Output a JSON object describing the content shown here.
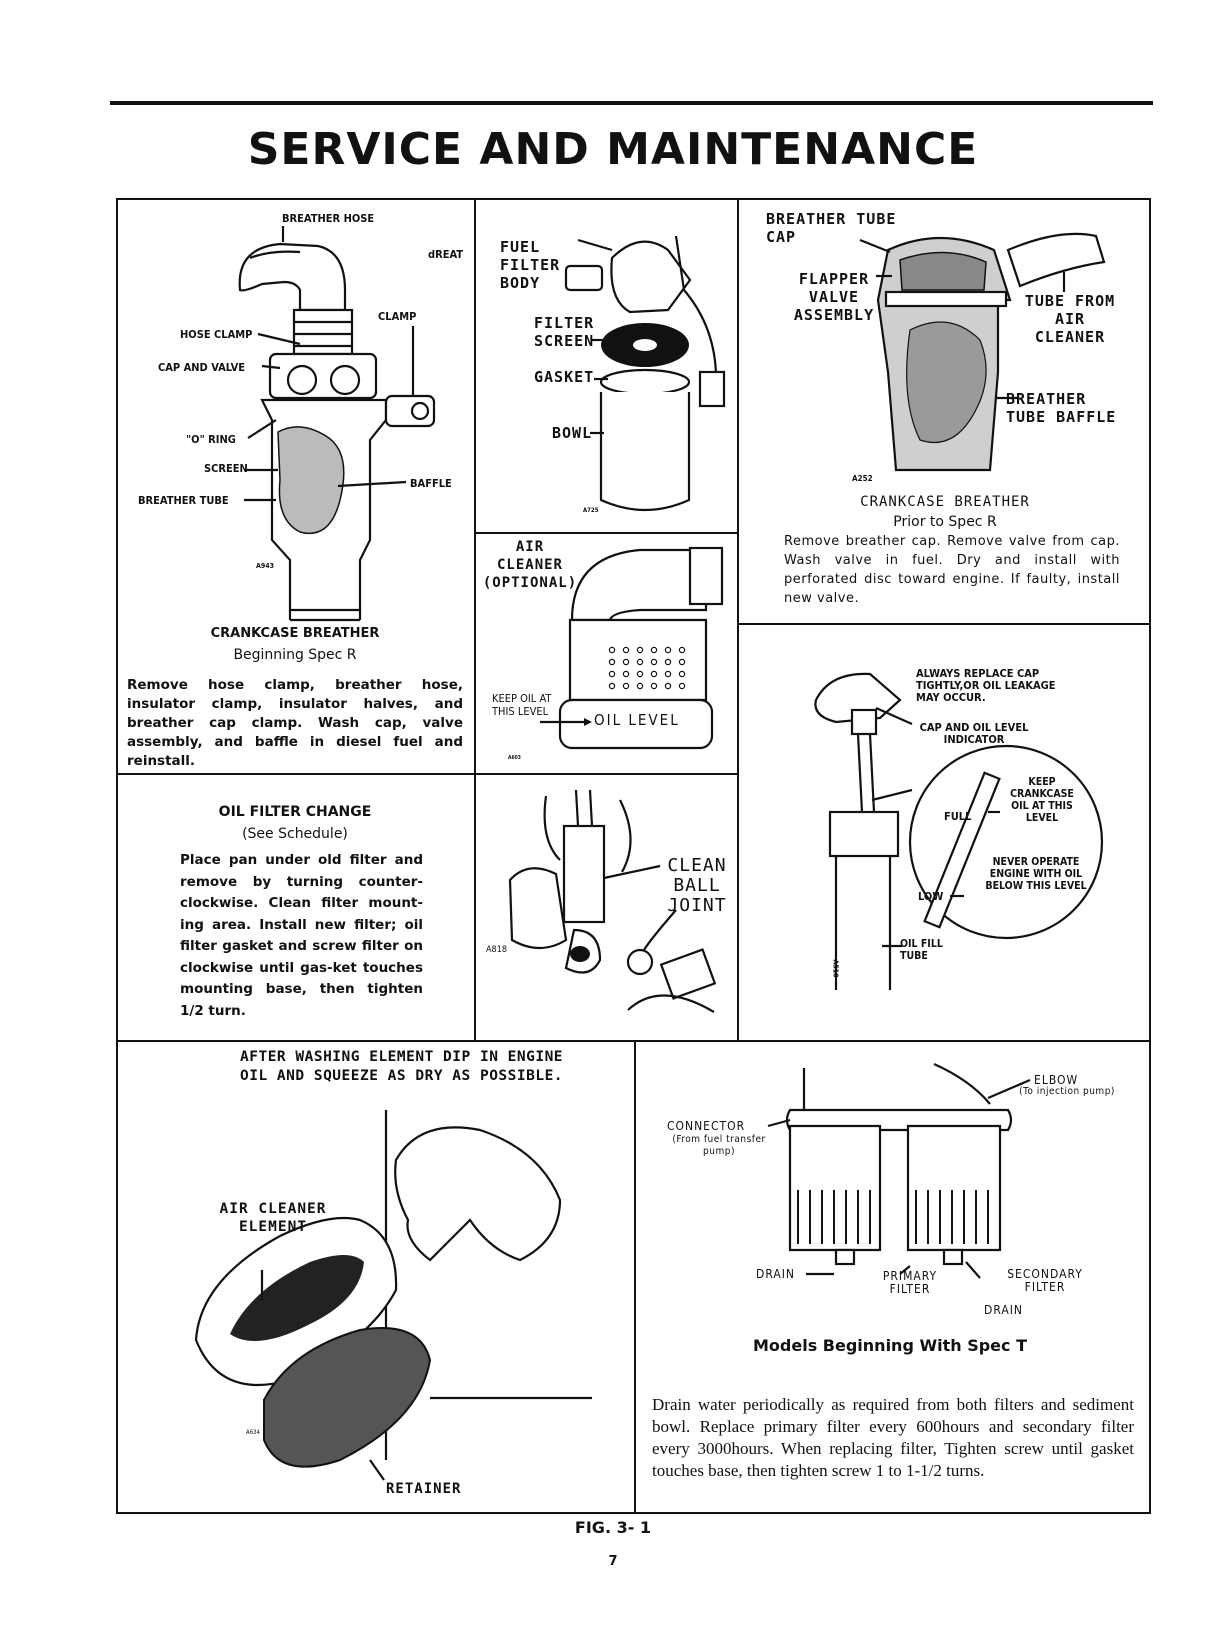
{
  "page": {
    "title": "SERVICE AND MAINTENANCE",
    "figure_label": "FIG. 3- 1",
    "page_number": "7"
  },
  "panel_crankcase_r": {
    "labels": {
      "breather_hose": "BREATHER HOSE",
      "dreat": "dREAT",
      "clamp": "CLAMP",
      "hose_clamp": "HOSE CLAMP",
      "cap_and_valve": "CAP AND VALVE",
      "o_ring": "\"O\" RING",
      "screen": "SCREEN",
      "baffle": "BAFFLE",
      "breather_tube": "BREATHER TUBE",
      "code": "A943"
    },
    "caption_title": "CRANKCASE BREATHER",
    "caption_sub": "Beginning Spec R",
    "text": "Remove hose clamp, breather hose, insulator clamp, insulator halves, and breather cap clamp. Wash cap, valve assembly, and baffle in diesel fuel and reinstall."
  },
  "panel_fuel_filter": {
    "labels": {
      "fuel_filter_body": "FUEL FILTER BODY",
      "filter_screen": "FILTER SCREEN",
      "gasket": "GASKET",
      "bowl": "BOWL",
      "code": "A725"
    }
  },
  "panel_breather_tube": {
    "labels": {
      "breather_tube_cap": "BREATHER TUBE CAP",
      "flapper_valve": "FLAPPER VALVE ASSEMBLY",
      "tube_from_air_cleaner": "TUBE FROM AIR CLEANER",
      "breather_tube_baffle": "BREATHER TUBE BAFFLE",
      "code": "A252"
    },
    "caption_title": "CRANKCASE BREATHER",
    "caption_sub": "Prior to Spec R",
    "text": "Remove breather cap. Remove valve from cap. Wash valve in fuel. Dry and install with perforated disc toward engine. If faulty, install new valve."
  },
  "panel_air_cleaner": {
    "labels": {
      "title": "AIR CLEANER (OPTIONAL)",
      "keep_oil": "KEEP OIL AT THIS LEVEL",
      "oil_level": "OIL LEVEL",
      "code": "A603"
    }
  },
  "panel_oil_level": {
    "labels": {
      "always_replace": "ALWAYS REPLACE CAP TIGHTLY,OR OIL LEAKAGE MAY OCCUR.",
      "cap_indicator": "CAP AND OIL LEVEL INDICATOR",
      "keep_crankcase": "KEEP CRANKCASE OIL AT THIS LEVEL",
      "full": "FULL",
      "low": "LOW",
      "never_operate": "NEVER OPERATE ENGINE WITH OIL BELOW THIS LEVEL",
      "oil_fill_tube": "OIL FILL TUBE",
      "code": "A510"
    }
  },
  "panel_oil_filter": {
    "title": "OIL FILTER CHANGE",
    "sub": "(See Schedule)",
    "text": "Place pan under old filter and remove by turning counter-clockwise. Clean filter mount-ing area. Install new filter; oil filter gasket and screw filter on clockwise until gas-ket touches mounting base, then tighten 1/2 turn."
  },
  "panel_ball_joint": {
    "labels": {
      "clean_ball_joint": "CLEAN BALL JOINT",
      "code": "A818"
    }
  },
  "panel_air_element": {
    "labels": {
      "instruction": "AFTER WASHING ELEMENT DIP IN ENGINE OIL AND SQUEEZE AS DRY AS POSSIBLE.",
      "air_cleaner_element": "AIR CLEANER ELEMENT",
      "retainer": "RETAINER",
      "code": "A634"
    }
  },
  "panel_fuel_filters": {
    "labels": {
      "connector": "CONNECTOR",
      "connector_sub": "(From fuel transfer pump)",
      "elbow": "ELBOW",
      "elbow_sub": "(To injection pump)",
      "drain_left": "DRAIN",
      "primary": "PRIMARY FILTER",
      "secondary": "SECONDARY FILTER",
      "drain_right": "DRAIN"
    },
    "caption": "Models Beginning With Spec T",
    "text": "Drain water periodically as required from both filters and sediment bowl. Replace primary filter every 600hours and secondary filter every 3000hours. When replacing filter, Tighten screw until gasket touches base, then tighten screw 1 to 1-1/2 turns."
  }
}
